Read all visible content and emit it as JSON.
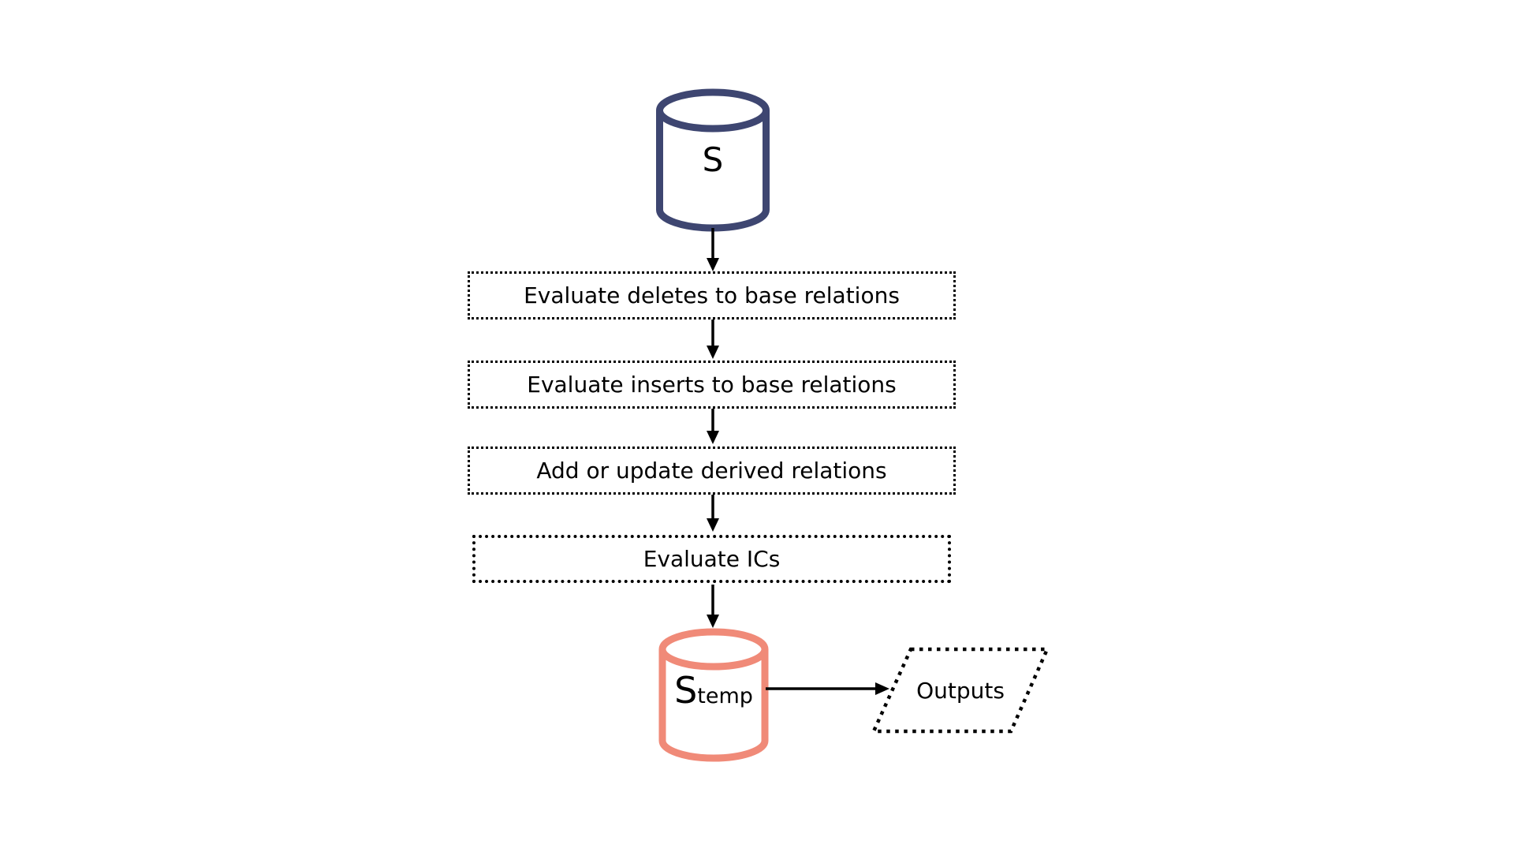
{
  "diagram": {
    "source_cylinder": {
      "label": "S"
    },
    "steps": [
      {
        "label": "Evaluate deletes to base relations"
      },
      {
        "label": "Evaluate inserts to base relations"
      },
      {
        "label": "Add or update derived relations"
      },
      {
        "label": "Evaluate ICs"
      }
    ],
    "temp_cylinder": {
      "label_main": "S",
      "label_sub": "temp"
    },
    "output": {
      "label": "Outputs"
    },
    "colors": {
      "source_cylinder_stroke": "#3e4671",
      "temp_cylinder_stroke": "#f08a78",
      "arrow": "#000000",
      "box_border": "#000000",
      "text": "#000000",
      "background": "#ffffff"
    }
  }
}
